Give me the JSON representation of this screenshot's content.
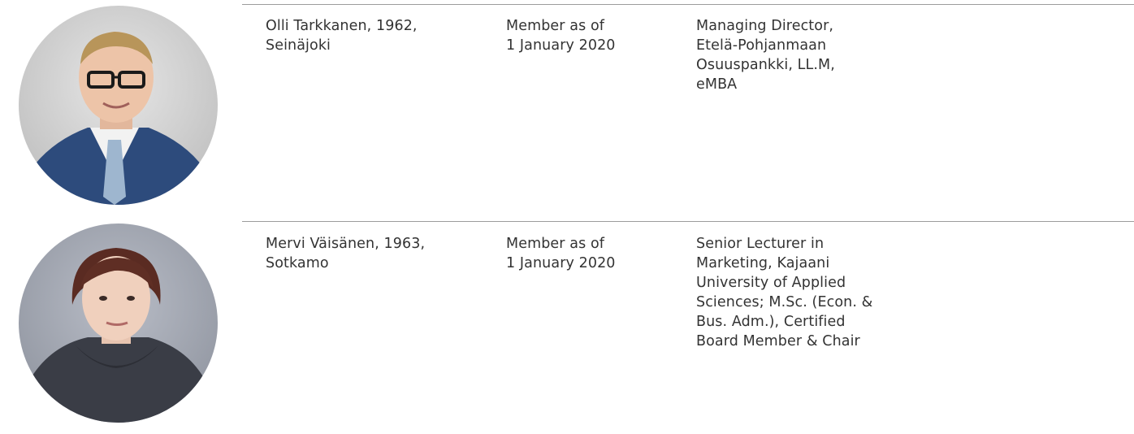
{
  "members": [
    {
      "portrait_icon": "portrait-man-glasses",
      "name_lines": [
        "Olli Tarkkanen, 1962,",
        "Seinäjoki"
      ],
      "since_lines": [
        "Member as of",
        "1 January 2020"
      ],
      "role_lines": [
        "Managing Director,",
        "Etelä-Pohjanmaan",
        "Osuuspankki, LL.M,",
        "eMBA"
      ]
    },
    {
      "portrait_icon": "portrait-woman",
      "name_lines": [
        "Mervi Väisänen, 1963,",
        "Sotkamo"
      ],
      "since_lines": [
        "Member as of",
        "1 January 2020"
      ],
      "role_lines": [
        "Senior Lecturer in",
        "Marketing, Kajaani",
        "University of Applied",
        "Sciences; M.Sc. (Econ. &",
        "Bus. Adm.), Certified",
        "Board Member & Chair"
      ]
    }
  ],
  "colors": {
    "divider": "#9c9c9c",
    "text": "#333333"
  }
}
